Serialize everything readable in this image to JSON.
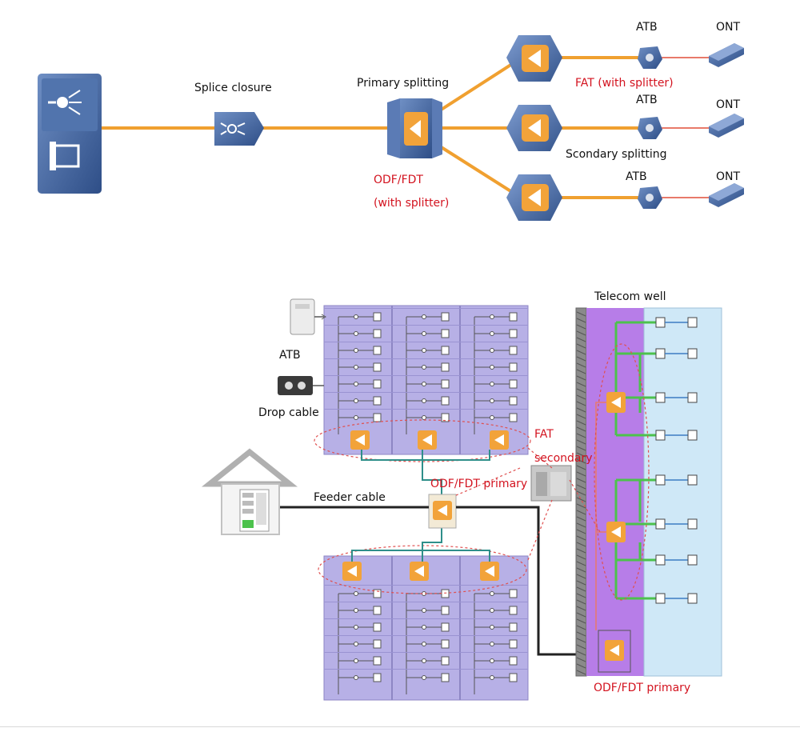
{
  "top_diagram": {
    "splice_closure": "Splice closure",
    "primary_splitting": "Primary splitting",
    "odf_fdt_line1": "ODF/FDT",
    "odf_fdt_line2": "(with splitter)",
    "atb_1": "ATB",
    "atb_2": "ATB",
    "atb_3": "ATB",
    "ont_1": "ONT",
    "ont_2": "ONT",
    "ont_3": "ONT",
    "fat_with_splitter": "FAT (with splitter)",
    "secondary_splitting": "Scondary splitting"
  },
  "bottom_diagram": {
    "atb": "ATB",
    "drop_cable": "Drop cable",
    "feeder_cable": "Feeder cable",
    "telecom_well": "Telecom well",
    "fat": "FAT",
    "secondary": "secondary",
    "odf_fdt_primary_center": "ODF/FDT primary",
    "odf_fdt_primary_bottom": "ODF/FDT primary"
  },
  "colors": {
    "fiber": "#f0a030",
    "drop_fiber": "#e87a6a",
    "splitter": "#f2a33a",
    "building": "#b7b0e6",
    "well_purple": "#b77de8",
    "well_blue": "#cfe8f7",
    "green_fiber": "#4cc24c",
    "label_red": "#d3131f"
  }
}
